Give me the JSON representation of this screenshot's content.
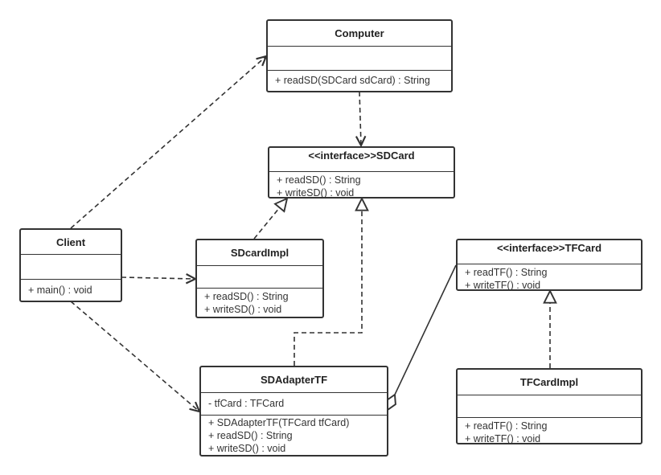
{
  "diagram": {
    "classes": {
      "computer": {
        "name": "Computer",
        "attributes": [],
        "operations": [
          "+ readSD(SDCard sdCard) : String"
        ]
      },
      "sdcard": {
        "name": "<<interface>>SDCard",
        "attributes": [],
        "operations": [
          "+ readSD() : String",
          "+ writeSD() : void"
        ]
      },
      "client": {
        "name": "Client",
        "attributes": [],
        "operations": [
          "+ main() : void"
        ]
      },
      "sdcardimpl": {
        "name": "SDcardImpl",
        "attributes": [],
        "operations": [
          "+ readSD() : String",
          "+ writeSD() : void"
        ]
      },
      "tfcard": {
        "name": "<<interface>>TFCard",
        "attributes": [],
        "operations": [
          "+ readTF() : String",
          "+ writeTF() : void"
        ]
      },
      "sdadaptertf": {
        "name": "SDAdapterTF",
        "attributes": [
          "- tfCard : TFCard"
        ],
        "operations": [
          "+ SDAdapterTF(TFCard tfCard)",
          "+ readSD() : String",
          "+ writeSD() : void"
        ]
      },
      "tfcardimpl": {
        "name": "TFCardImpl",
        "attributes": [],
        "operations": [
          "+ readTF() : String",
          "+ writeTF() : void"
        ]
      }
    },
    "relationships": [
      {
        "from": "client",
        "to": "computer",
        "type": "dependency"
      },
      {
        "from": "client",
        "to": "sdcardimpl",
        "type": "dependency"
      },
      {
        "from": "client",
        "to": "sdadaptertf",
        "type": "dependency"
      },
      {
        "from": "computer",
        "to": "sdcard",
        "type": "dependency"
      },
      {
        "from": "sdcardimpl",
        "to": "sdcard",
        "type": "realization"
      },
      {
        "from": "sdadaptertf",
        "to": "sdcard",
        "type": "realization"
      },
      {
        "from": "tfcardimpl",
        "to": "tfcard",
        "type": "realization"
      },
      {
        "from": "sdadaptertf",
        "to": "tfcard",
        "type": "aggregation"
      }
    ]
  }
}
